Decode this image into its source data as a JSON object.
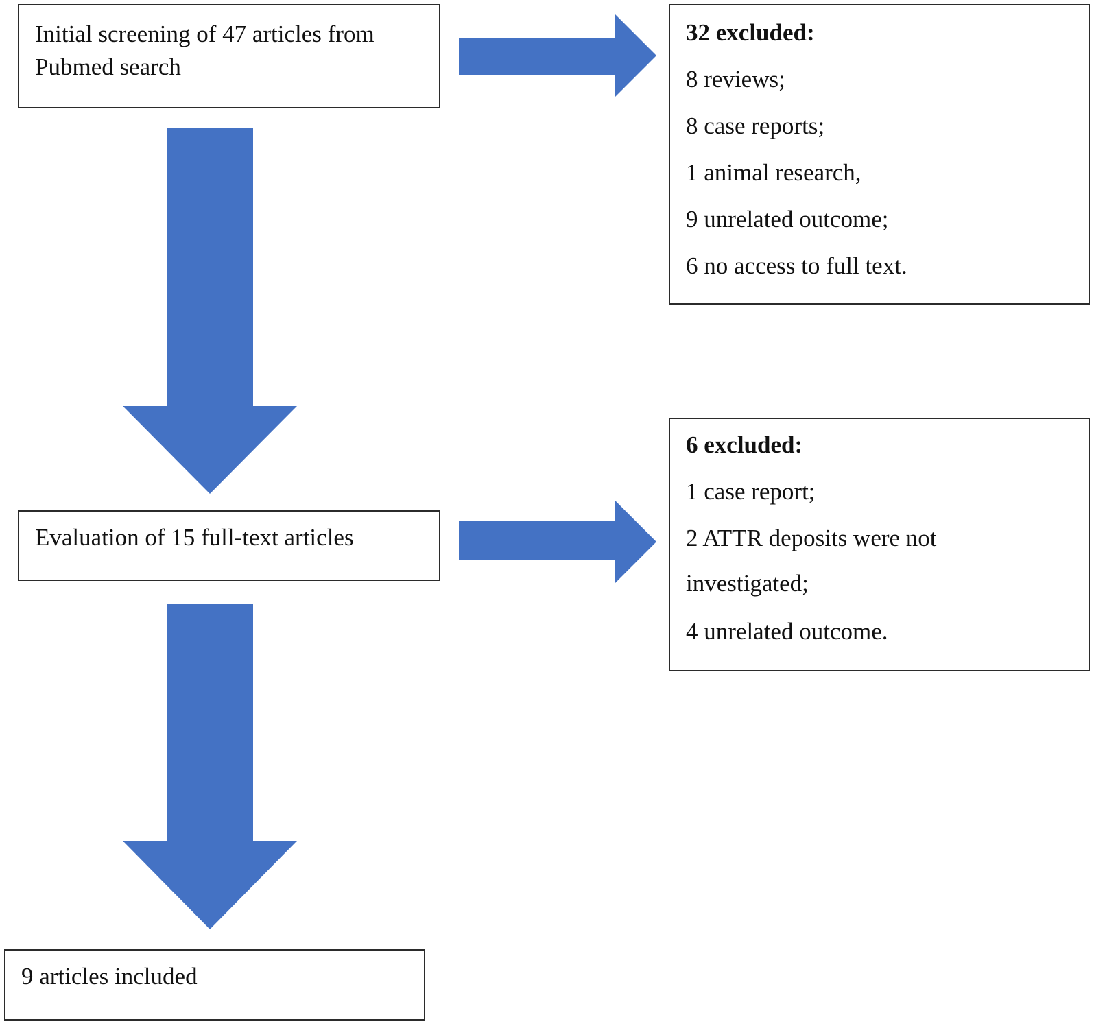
{
  "steps": {
    "initial": {
      "line1": "Initial screening of 47 articles from",
      "line2": "Pubmed search"
    },
    "evaluation": {
      "text": "Evaluation of 15 full-text articles"
    },
    "included": {
      "text": "9 articles included"
    }
  },
  "exclusions": {
    "first": {
      "title": "32 excluded:",
      "items": [
        "8 reviews;",
        "8 case reports;",
        "1 animal research,",
        "9 unrelated outcome;",
        "6 no access to full text."
      ]
    },
    "second": {
      "title": "6 excluded:",
      "items": [
        "1 case report;",
        "2 ATTR deposits were not",
        "investigated;",
        "4 unrelated outcome."
      ]
    }
  },
  "colors": {
    "arrow": "#4472c4",
    "border": "#2b2b2b"
  }
}
